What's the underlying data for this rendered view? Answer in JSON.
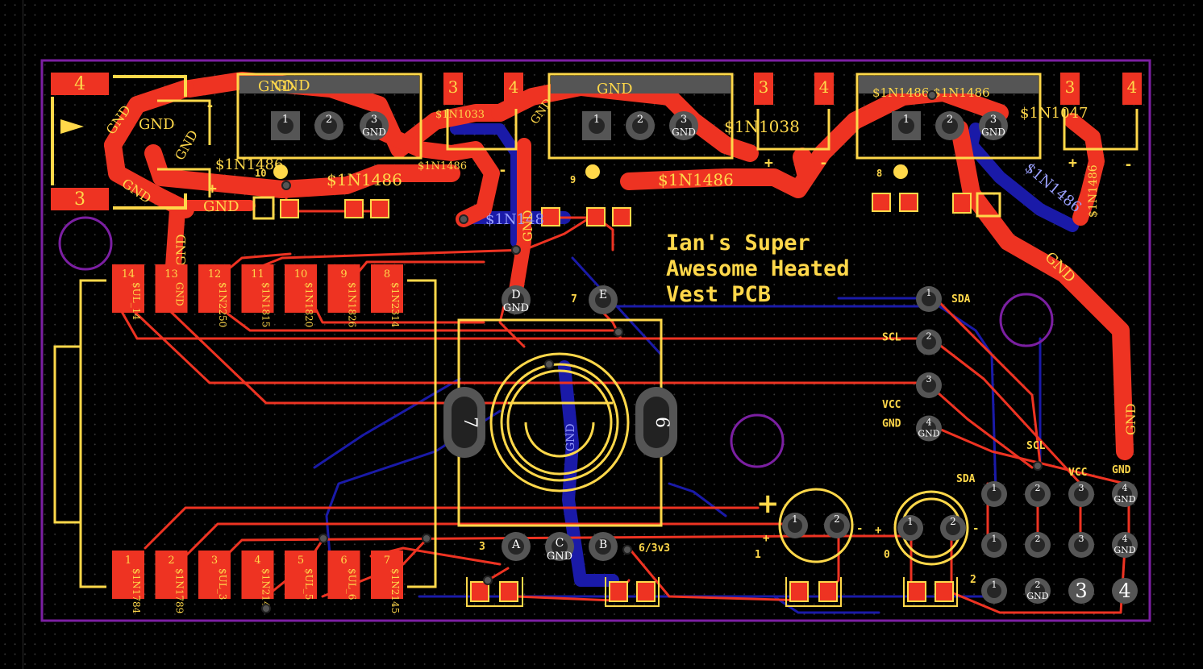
{
  "board": {
    "title_lines": [
      "Ian's Super",
      "Awesome Heated",
      "Vest PCB"
    ],
    "colors": {
      "background": "#000000",
      "outline": "#7b1fa2",
      "top_copper": "#ee3322",
      "bottom_copper": "#1a1aa8",
      "silkscreen": "#ffd84a",
      "pad_hole": "#262626"
    }
  },
  "connectors_top": [
    {
      "pin_left": "3",
      "pin_right": "4"
    },
    {
      "pin_left": "3",
      "pin_right": "4"
    },
    {
      "pin_left": "3",
      "pin_right": "4"
    }
  ],
  "left_connector": {
    "pin_top": "4",
    "pin_bottom": "3"
  },
  "regulators": [
    {
      "header": "GND",
      "pins": [
        "1",
        "2",
        "3"
      ],
      "sub": "GND",
      "net": "$1N1486"
    },
    {
      "header": "GND",
      "pins": [
        "1",
        "2",
        "3"
      ],
      "sub": "GND",
      "net": "$1N1486"
    },
    {
      "header": "$1N1486 $1N1486",
      "pins": [
        "1",
        "2",
        "3"
      ],
      "sub": "GND",
      "net": "$1N1047"
    }
  ],
  "led_labels": {
    "first": "10",
    "second": "9",
    "third": "8"
  },
  "top_row_chip": {
    "pins": [
      "14",
      "13",
      "12",
      "11",
      "10",
      "9",
      "8"
    ],
    "nets": [
      "$UL_14",
      "GND",
      "$1N2250",
      "$1N1815",
      "$1N1820",
      "$1N1826",
      "$1N2314"
    ]
  },
  "bottom_row_chip": {
    "pins": [
      "1",
      "2",
      "3",
      "4",
      "5",
      "6",
      "7"
    ],
    "nets": [
      "$1N1784",
      "$1N1789",
      "$UL_3",
      "$1N2149",
      "$UL_5",
      "$UL_6",
      "$1N2145"
    ]
  },
  "encoder": {
    "pad_left": "7",
    "pad_right": "6",
    "top_pins": [
      {
        "id": "D",
        "net": "GND",
        "num": ""
      },
      {
        "id": "E",
        "net": "",
        "num": "7"
      }
    ],
    "bottom_pins": [
      {
        "id": "A",
        "net": "",
        "num": "3"
      },
      {
        "id": "C",
        "net": "GND",
        "num": ""
      },
      {
        "id": "B",
        "net": "",
        "num": "6/3v3"
      }
    ],
    "center_net": "GND"
  },
  "i2c_header": {
    "pins": [
      {
        "num": "1",
        "label": "SDA"
      },
      {
        "num": "2",
        "label": "SCL"
      },
      {
        "num": "3",
        "label": "VCC"
      },
      {
        "num": "4",
        "label": "GND",
        "sub": "GND"
      }
    ]
  },
  "i2c_grid": {
    "column_labels": [
      "SDA",
      "SCL",
      "VCC",
      "GND"
    ],
    "rows": [
      {
        "label": "",
        "pins": [
          "1",
          "2",
          "3",
          "4"
        ],
        "subs": [
          "",
          "",
          "",
          "GND"
        ]
      },
      {
        "label": "",
        "pins": [
          "1",
          "2",
          "3",
          "4"
        ],
        "subs": [
          "",
          "",
          "",
          "GND"
        ]
      },
      {
        "label": "2",
        "pins": [
          "1",
          "2",
          "3",
          "4"
        ],
        "subs": [
          "",
          "GND",
          "",
          ""
        ]
      }
    ]
  },
  "capacitors": [
    {
      "label": "1",
      "pins": [
        "1",
        "2"
      ],
      "plus": "+",
      "minus": "-"
    },
    {
      "label": "0",
      "pins": [
        "1",
        "2"
      ],
      "plus": "+",
      "minus": "-"
    }
  ],
  "trace_labels": {
    "gnd": "GND",
    "n1486": "$1N1486",
    "n1033": "$1N1033",
    "n1038": "$1N1038",
    "n1047": "$1N1047",
    "n148": "$1N148"
  }
}
